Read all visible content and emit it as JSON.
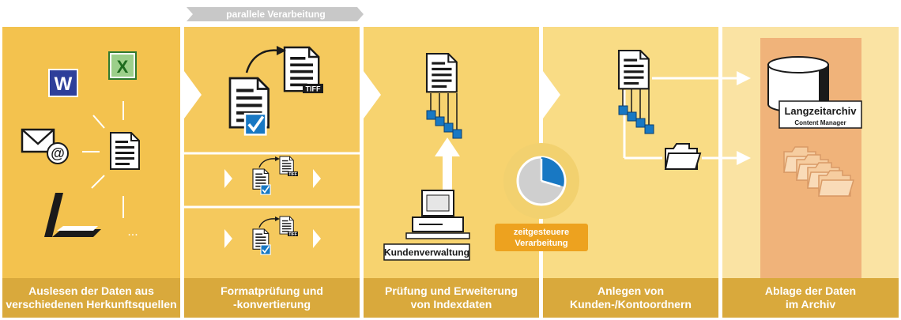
{
  "parallel_label": "parallele Verarbeitung",
  "stages": [
    {
      "caption": "Auslesen der Daten aus\nverschiedenen Herkunftsquellen"
    },
    {
      "caption": "Formatprüfung und\n-konvertierung"
    },
    {
      "caption": "Prüfung und Erweiterung\nvon Indexdaten"
    },
    {
      "caption": "Anlegen von\nKunden-/Kontoordnern"
    },
    {
      "caption": "Ablage der Daten\nim Archiv"
    }
  ],
  "labels": {
    "word_icon": "W",
    "excel_icon": "X",
    "at_sign": "@",
    "ellipsis": "...",
    "tiff": "TIFF",
    "customer_system": "Kundenverwaltung",
    "scheduled_line1": "zeitgesteuere",
    "scheduled_line2": "Verarbeitung",
    "archive_title": "Langzeitarchiv",
    "archive_sub": "Content Manager"
  },
  "colors": {
    "stage1": "#f3c24e",
    "stage2": "#f5c95d",
    "stage3": "#f7d36f",
    "stage4": "#f9dc85",
    "stage5": "#fae3a3",
    "archive_zone": "#f0b37a",
    "caption_bg": "#d9a93c",
    "blue": "#1878c3",
    "orange": "#eda21f"
  }
}
